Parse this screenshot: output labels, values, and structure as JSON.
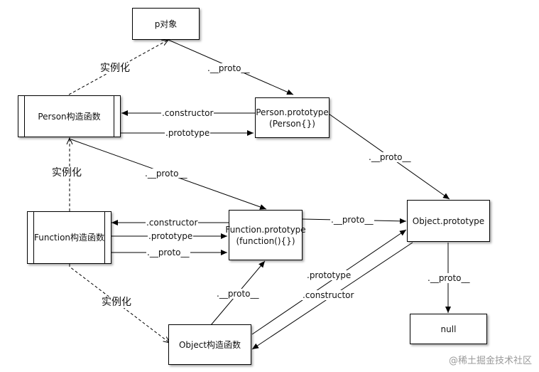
{
  "nodes": {
    "p_object": "p对象",
    "person_ctor": "Person构造函数",
    "person_proto_line1": "Person.prototype",
    "person_proto_line2": "(Person{})",
    "function_ctor": "Function构造函数",
    "function_proto_line1": "Function.prototype",
    "function_proto_line2": "(function(){})",
    "object_proto": "Object.prototype",
    "object_ctor": "Object构造函数",
    "null_node": "null"
  },
  "edges": {
    "p_proto": ".__proto__",
    "person_instantiate": "实例化",
    "person_constructor": ".constructor",
    "person_prototype": ".prototype",
    "personproto_proto": ".__proto__",
    "personctor_proto": ".__proto__",
    "function_instantiate": "实例化",
    "function_constructor": ".constructor",
    "function_prototype": ".prototype",
    "function_self_proto": ".__proto__",
    "functionproto_proto": ".__proto__",
    "objectproto_proto": ".__proto__",
    "object_instantiate": "实例化",
    "objectctor_proto": ".__proto__",
    "object_prototype": ".prototype",
    "object_constructor": ".constructor"
  },
  "watermark": "@稀土掘金技术社区"
}
